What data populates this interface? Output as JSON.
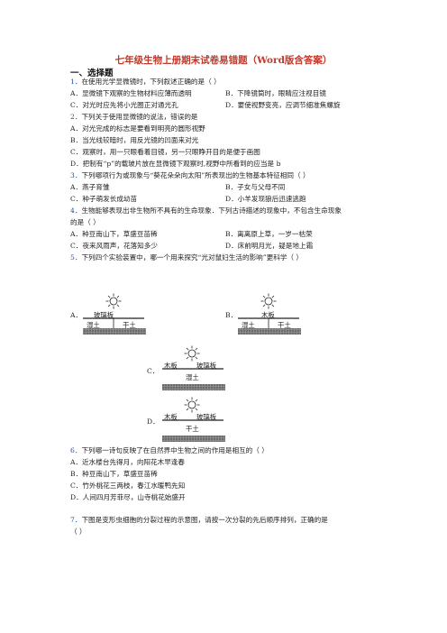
{
  "title": "七年级生物上册期末试卷易错题（Word版含答案）",
  "section": "一、选择题",
  "q1": {
    "num": "1．",
    "stem": "在使用光学显微镜时，下列叙述正确的是（    ）",
    "A": "A．显微镜下观察的生物材料应薄而透明",
    "B": "B．下降镜筒时，眼睛应注视目镜",
    "C": "C．对光时应先将小光圈正对通光孔",
    "D": "D．要使视野变亮，应调节细准焦螺旋"
  },
  "q2": {
    "num": "2．",
    "stem": "下列关于使用显微镜的说法，错误的是",
    "A": "A．对光完成的标志是要看到明亮的圆形视野",
    "B": "B．当光线较暗时，用反光镜的凹面来对光",
    "C": "C．观察时，用一只眼看着目镜，另一只眼睁开目的是便于画图",
    "D": "D．把制有“p”的载玻片放在显微镜下观察时,视野中所看到的应当是 b"
  },
  "q3": {
    "num": "3．",
    "stem": "下列哪项行为或现象与“葵花朵朵向太阳”所表现出的生物基本特征相同（       ）",
    "A": "A．燕子育雏",
    "B": "B．子女与父母不同",
    "C": "C．种子萌发长成幼苗",
    "D": "D．小羊发现狼后迅速逃跑"
  },
  "q4": {
    "num": "4．",
    "stem": "生物能够表现出非生物所不具有的生命现象．下列古诗描述的现象中，不包含生命现象",
    "stem2": "的是（       ）",
    "A": "A．种豆南山下，草盛豆苗稀",
    "B": "B．离离原上草，一岁一枯荣",
    "C": "C．夜来风雨声，花落知多少",
    "D": "D．床前明月光，疑是地上霜"
  },
  "q5": {
    "num": "5．",
    "stem": "下列四个实验装置中，哪一个用来探究“光对鼠妇生活的影响”更科学（    ）",
    "A": "A．",
    "B": "B．",
    "C": "C．",
    "D": "D．",
    "dA": {
      "cover": "玻璃板",
      "left": "湿土",
      "right": "干土"
    },
    "dB": {
      "cover": "木板",
      "left": "湿土",
      "right": "干土"
    },
    "dC": {
      "cover1": "木板",
      "cover2": "玻璃板",
      "soil": "湿土"
    },
    "dD": {
      "cover1": "木板",
      "cover2": "玻璃板",
      "soil": "干土"
    }
  },
  "q6": {
    "num": "6．",
    "stem": "下列哪一诗句反映了在自然界中生物之间的作用是相互的（       ）",
    "A": "A．近水楼台先得月，向阳花木早逢春",
    "B": "B．种豆南山下，草盛豆苗稀",
    "C": "C．竹外桃花三两枝，春江水暖鸭先知",
    "D": "D．人间四月芳菲尽，山寺桃花始盛开"
  },
  "q7": {
    "num": "7．",
    "stem": "下图是变形虫细胞的分裂过程的示意图，请按一次分裂的先后顺序排列，正确的是",
    "stem2": "（    ）"
  }
}
